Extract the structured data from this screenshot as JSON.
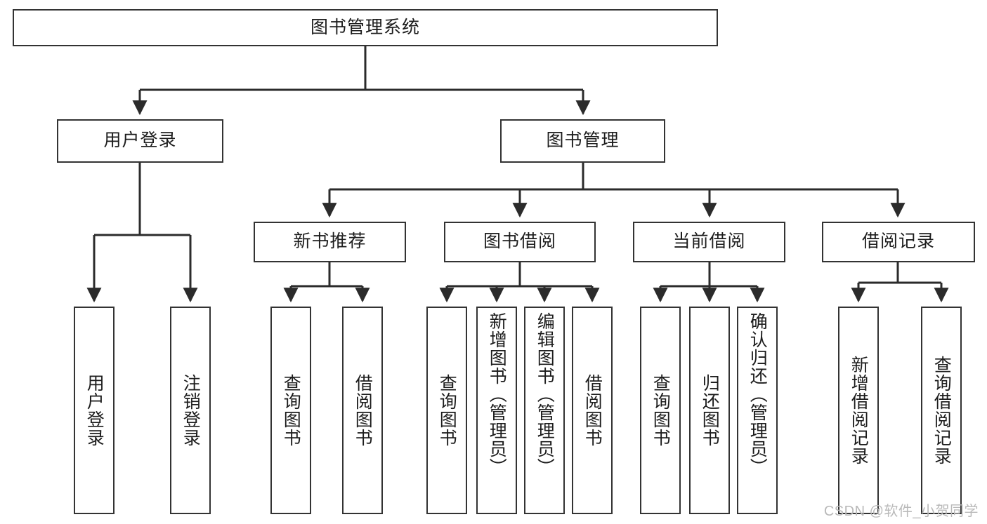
{
  "diagram": {
    "title": "图书管理系统",
    "type": "tree",
    "root": {
      "label": "图书管理系统"
    },
    "level2": [
      {
        "label": "用户登录"
      },
      {
        "label": "图书管理"
      }
    ],
    "level3": [
      {
        "label": "新书推荐"
      },
      {
        "label": "图书借阅"
      },
      {
        "label": "当前借阅"
      },
      {
        "label": "借阅记录"
      }
    ],
    "leaves": {
      "user_login": [
        {
          "label": "用户登录"
        },
        {
          "label": "注销登录"
        }
      ],
      "new_book_recommend": [
        {
          "label": "查询图书"
        },
        {
          "label": "借阅图书"
        }
      ],
      "book_borrow": [
        {
          "label": "查询图书"
        },
        {
          "label": "新增图书（管理员）"
        },
        {
          "label": "编辑图书（管理员）"
        },
        {
          "label": "借阅图书"
        }
      ],
      "current_borrow": [
        {
          "label": "查询图书"
        },
        {
          "label": "归还图书"
        },
        {
          "label": "确认归还（管理员）"
        }
      ],
      "borrow_record": [
        {
          "label": "新增借阅记录"
        },
        {
          "label": "查询借阅记录"
        }
      ]
    }
  },
  "watermark": {
    "text": "CSDN @软件_小贺同学"
  },
  "colors": {
    "stroke": "#333333",
    "text": "#1c1c1c",
    "background": "#ffffff",
    "watermark": "#b9b9b9"
  }
}
